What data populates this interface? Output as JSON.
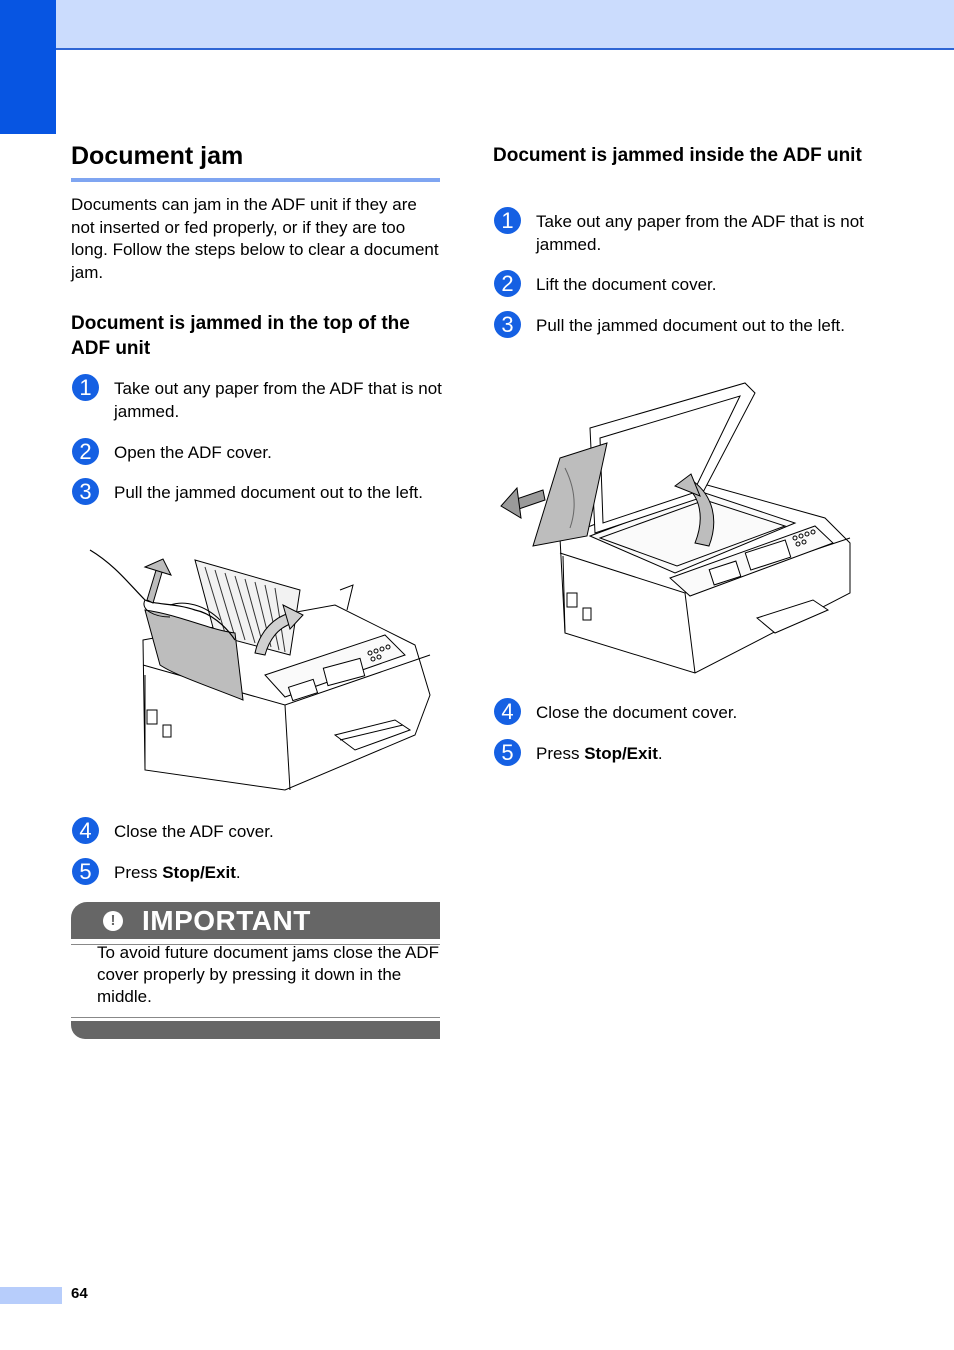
{
  "page": {
    "title": "Document jam",
    "intro": "Documents can jam in the ADF unit if they are not inserted or fed properly, or if they are too long. Follow the steps below to clear a document jam.",
    "page_number": "64"
  },
  "left_section": {
    "heading": "Document is jammed in the top of the ADF unit",
    "steps": [
      {
        "num": "1",
        "text": "Take out any paper from the ADF that is not jammed."
      },
      {
        "num": "2",
        "text": "Open the ADF cover."
      },
      {
        "num": "3",
        "text": "Pull the jammed document out to the left."
      }
    ],
    "steps_after": [
      {
        "num": "4",
        "text": "Close the ADF cover."
      },
      {
        "num": "5",
        "prefix": "Press ",
        "bold": "Stop/Exit",
        "suffix": "."
      }
    ]
  },
  "important": {
    "label": "IMPORTANT",
    "text": "To avoid future document jams close the ADF cover properly by pressing it down in the middle."
  },
  "right_section": {
    "heading": "Document is jammed inside the ADF unit",
    "steps": [
      {
        "num": "1",
        "text": "Take out any paper from the ADF that is not jammed."
      },
      {
        "num": "2",
        "text": "Lift the document cover."
      },
      {
        "num": "3",
        "text": "Pull the jammed document out to the left."
      }
    ],
    "steps_after": [
      {
        "num": "4",
        "text": "Close the document cover."
      },
      {
        "num": "5",
        "prefix": "Press ",
        "bold": "Stop/Exit",
        "suffix": "."
      }
    ]
  },
  "colors": {
    "accent_blue": "#0755e2",
    "header_band": "#cbdcfd",
    "important_gray": "#666666"
  }
}
